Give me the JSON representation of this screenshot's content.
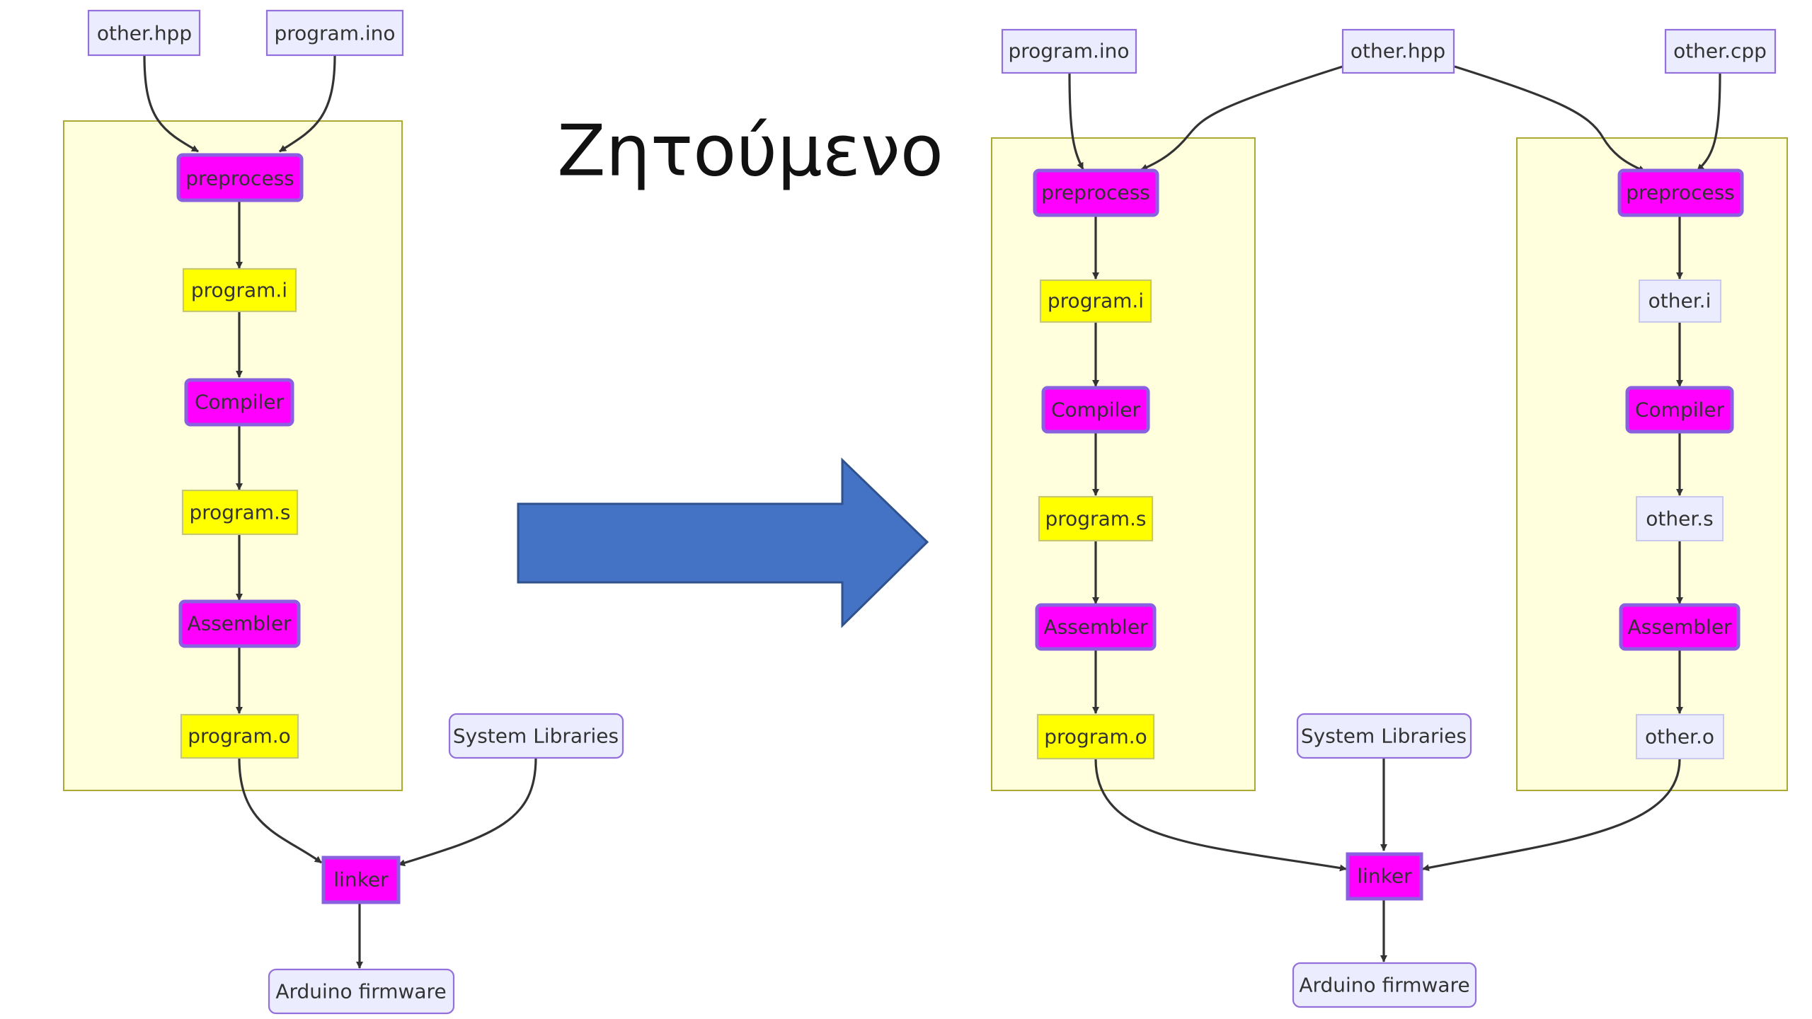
{
  "title": "Ζητούμενο",
  "colors": {
    "tool": "#ff00ff",
    "intermediate": "#ffff00",
    "file": "#ececff",
    "cluster": "#ffffde",
    "arrow": "#4472c4"
  },
  "left_diagram": {
    "inputs": {
      "other_hpp": "other.hpp",
      "program_ino": "program.ino"
    },
    "pipeline": {
      "preprocess": "preprocess",
      "program_i": "program.i",
      "compiler": "Compiler",
      "program_s": "program.s",
      "assembler": "Assembler",
      "program_o": "program.o"
    },
    "system_libraries": "System Libraries",
    "linker": "linker",
    "firmware": "Arduino firmware"
  },
  "right_diagram": {
    "inputs": {
      "program_ino": "program.ino",
      "other_hpp": "other.hpp",
      "other_cpp": "other.cpp"
    },
    "program_pipeline": {
      "preprocess": "preprocess",
      "program_i": "program.i",
      "compiler": "Compiler",
      "program_s": "program.s",
      "assembler": "Assembler",
      "program_o": "program.o"
    },
    "other_pipeline": {
      "preprocess": "preprocess",
      "other_i": "other.i",
      "compiler": "Compiler",
      "other_s": "other.s",
      "assembler": "Assembler",
      "other_o": "other.o"
    },
    "system_libraries": "System Libraries",
    "linker": "linker",
    "firmware": "Arduino firmware"
  }
}
